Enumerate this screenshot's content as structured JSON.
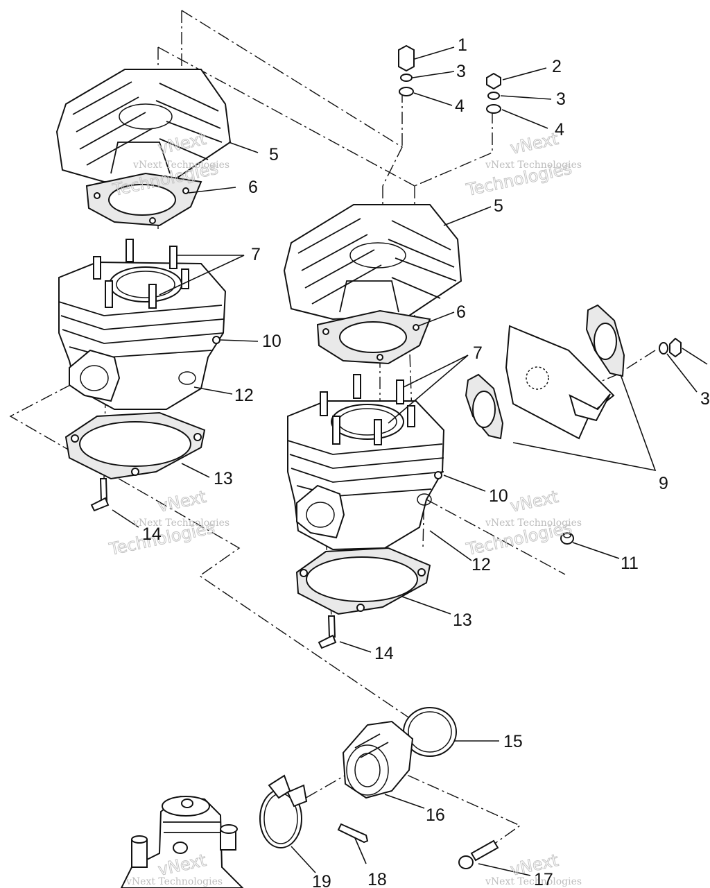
{
  "diagram": {
    "callouts": [
      {
        "id": "c1",
        "label": "1"
      },
      {
        "id": "c2",
        "label": "2"
      },
      {
        "id": "c3a",
        "label": "3"
      },
      {
        "id": "c3b",
        "label": "3"
      },
      {
        "id": "c3c",
        "label": "3"
      },
      {
        "id": "c4a",
        "label": "4"
      },
      {
        "id": "c4b",
        "label": "4"
      },
      {
        "id": "c5a",
        "label": "5"
      },
      {
        "id": "c5b",
        "label": "5"
      },
      {
        "id": "c6a",
        "label": "6"
      },
      {
        "id": "c6b",
        "label": "6"
      },
      {
        "id": "c7a",
        "label": "7"
      },
      {
        "id": "c7b",
        "label": "7"
      },
      {
        "id": "c9",
        "label": "9"
      },
      {
        "id": "c10a",
        "label": "10"
      },
      {
        "id": "c10b",
        "label": "10"
      },
      {
        "id": "c11",
        "label": "11"
      },
      {
        "id": "c12a",
        "label": "12"
      },
      {
        "id": "c12b",
        "label": "12"
      },
      {
        "id": "c13a",
        "label": "13"
      },
      {
        "id": "c13b",
        "label": "13"
      },
      {
        "id": "c14a",
        "label": "14"
      },
      {
        "id": "c14b",
        "label": "14"
      },
      {
        "id": "c15",
        "label": "15"
      },
      {
        "id": "c16",
        "label": "16"
      },
      {
        "id": "c17",
        "label": "17"
      },
      {
        "id": "c18",
        "label": "18"
      },
      {
        "id": "c19",
        "label": "19"
      }
    ],
    "watermark": {
      "line1": "vNext Technologies",
      "line2": "vNext",
      "line3": "Technologies"
    }
  }
}
